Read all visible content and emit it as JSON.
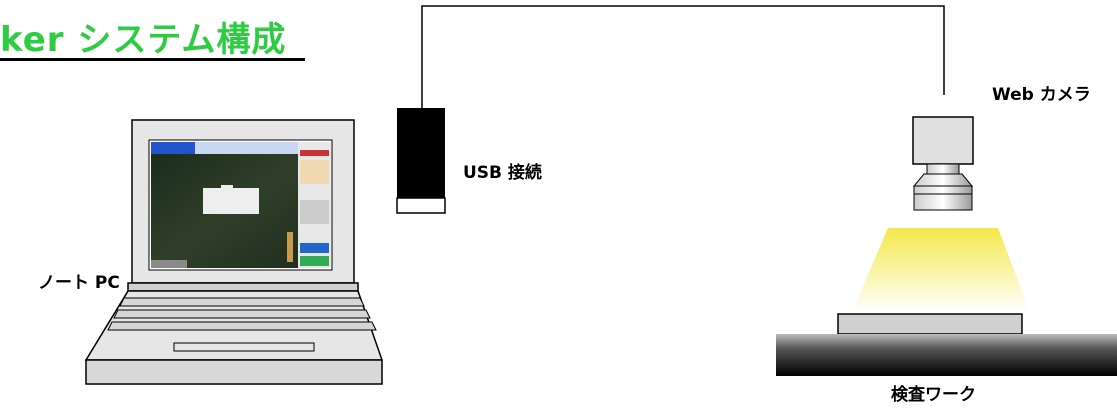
{
  "title": "ker システム構成",
  "labels": {
    "usb": "USB 接続",
    "camera": "Web カメラ",
    "pc": "ノート PC",
    "work": "検査ワーク"
  },
  "colors": {
    "title": "#2ecc40",
    "light_beam": "#f4e84a"
  }
}
